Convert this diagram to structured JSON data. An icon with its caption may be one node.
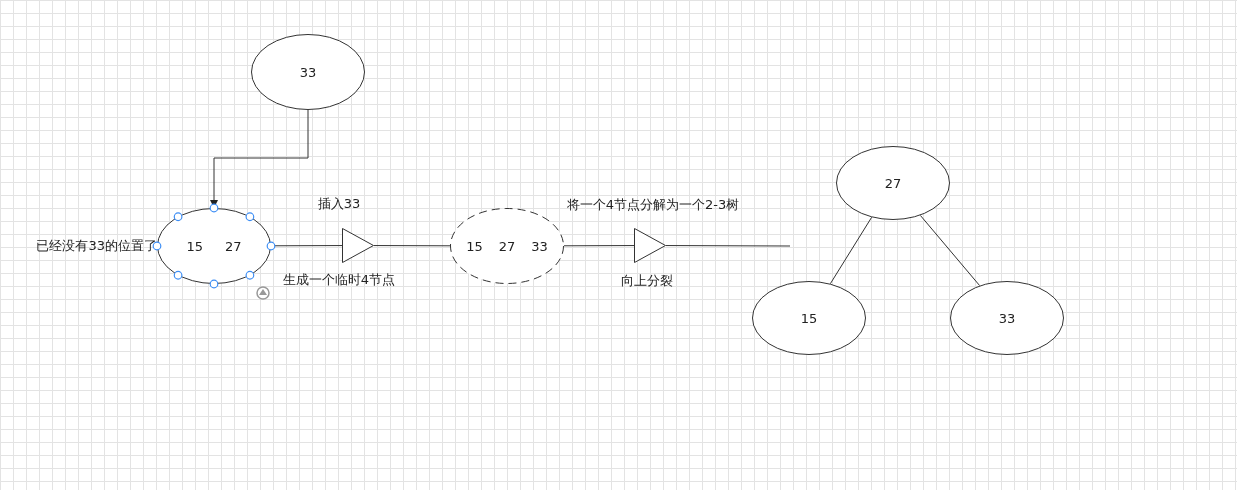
{
  "diagram": {
    "nodes": [
      {
        "text": [
          "33"
        ]
      },
      {
        "text": [
          "15",
          "27"
        ],
        "beside": [
          "已经没有33的位置了"
        ]
      },
      {
        "text": [],
        "shape": "triangle",
        "beside": [
          "插入33",
          "生成一个临时4节点"
        ]
      },
      {
        "text": [
          "15",
          "27",
          "33"
        ]
      },
      {
        "text": [],
        "shape": "triangle",
        "beside": [
          "向上分裂"
        ]
      },
      {
        "text": [
          "27"
        ]
      },
      {
        "text": [
          "15"
        ]
      },
      {
        "text": [
          "33"
        ]
      }
    ],
    "edges": [
      {
        "from": 0,
        "to": 1,
        "arrow": "to"
      },
      {
        "from": 1,
        "to": 2,
        "arrow": "none"
      },
      {
        "from": 2,
        "to": 3,
        "arrow": "none"
      },
      {
        "from": 3,
        "to": 4,
        "arrow": "none"
      },
      {
        "from": 4,
        "to": null,
        "arrow": "none"
      },
      {
        "from": 5,
        "to": 6,
        "arrow": "none"
      },
      {
        "from": 5,
        "to": 7,
        "arrow": "none"
      }
    ],
    "labels": [
      "将一个4节点分解为一个2-3树"
    ]
  }
}
